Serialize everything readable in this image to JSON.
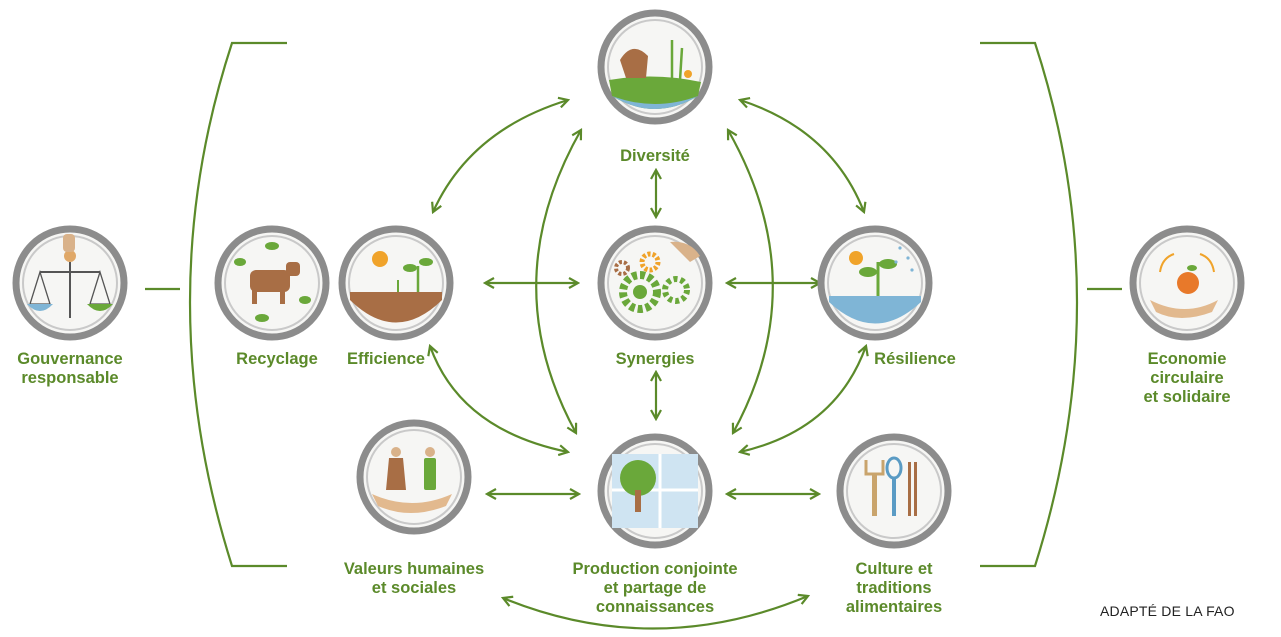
{
  "labels": {
    "gouvernance": "Gouvernance\nresponsable",
    "recyclage": "Recyclage",
    "efficience": "Efficience",
    "diversite": "Diversité",
    "synergies": "Synergies",
    "resilience": "Résilience",
    "economie": "Economie\ncirculaire\net solidaire",
    "valeurs": "Valeurs humaines\net sociales",
    "production": "Production conjointe\net partage de\nconnaissances",
    "culture": "Culture et\ntraditions\nalimentaires"
  },
  "credit": "ADAPTÉ DE LA FAO",
  "colors": {
    "accent": "#5b8a2a",
    "ring": "#8c8c8c",
    "ring_inner": "#c9c9c9",
    "fill": "#f6f6f4"
  },
  "icons": [
    "scales-icon",
    "cow-leaves-icon",
    "sun-seedlings-icon",
    "deer-water-icon",
    "gears-hand-icon",
    "plant-rain-icon",
    "hand-apple-icon",
    "people-hand-icon",
    "tree-map-icon",
    "utensils-icon"
  ]
}
